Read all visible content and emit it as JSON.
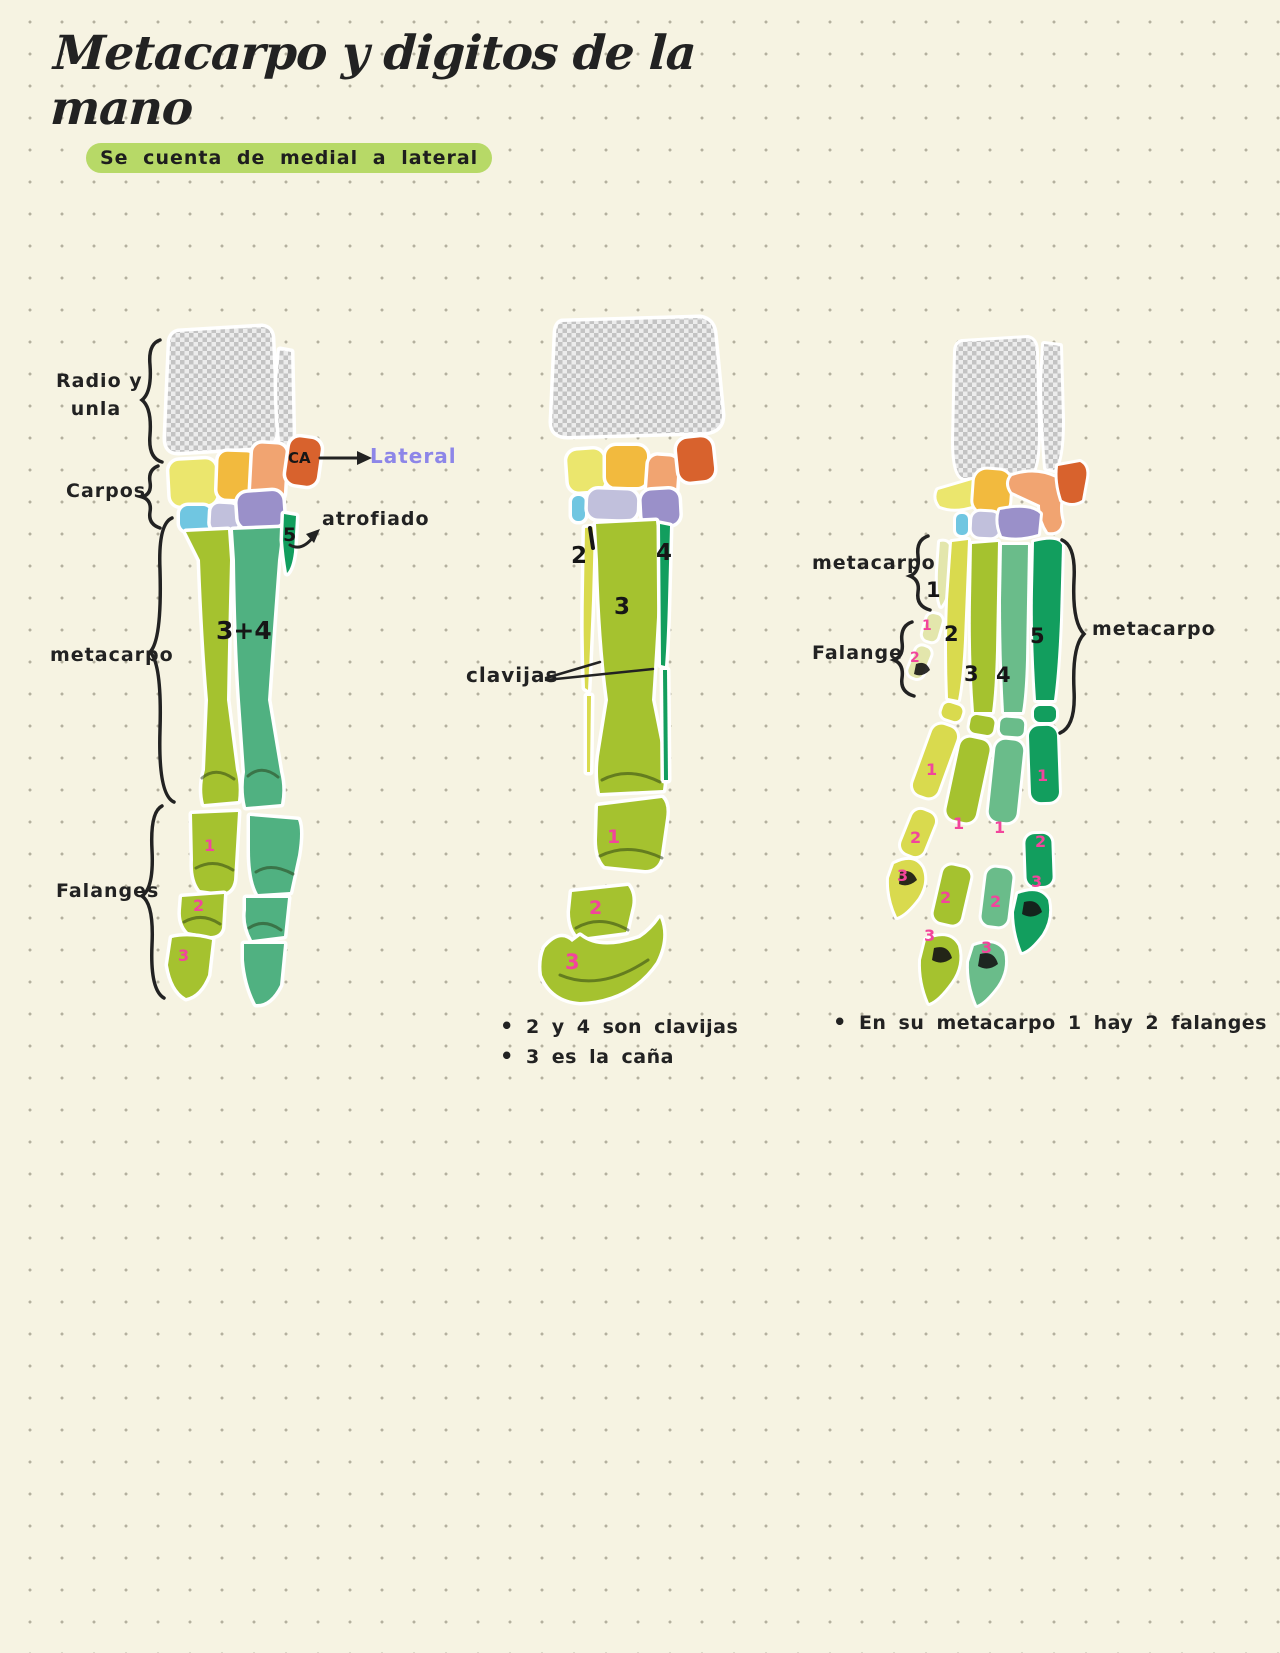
{
  "page": {
    "title": "Metacarpo y digitos de la mano",
    "highlight": "Se cuenta de medial a lateral"
  },
  "colors": {
    "paper": "#f6f3e2",
    "ink": "#222222",
    "hl": "#b7d967",
    "pink": "#f2459c",
    "lateral": "#8d86e8",
    "yellow": "#ebe66d",
    "amber": "#f2ba3e",
    "peach": "#f1a471",
    "dkorange": "#d8622d",
    "blue": "#70c6e1",
    "lav": "#c1c0dc",
    "purple": "#9a90c9",
    "ygreen": "#a5c22f",
    "tgreen": "#50b181",
    "dgreen": "#129e5e",
    "pale2": "#d9da4e",
    "mgreen": "#6abc8a",
    "mc1pale": "#e3e6ac"
  },
  "diagram_left": {
    "labels": {
      "radio_line1": "Radio y",
      "radio_line2": "unla",
      "carpos": "Carpos",
      "metacarpo": "metacarpo",
      "falanges": "Falanges",
      "ca": "CA",
      "lateral": "Lateral",
      "atrofiado": "atrofiado",
      "five": "5",
      "fused": "3+4"
    },
    "phalanx_numbers": [
      "1",
      "2",
      "3"
    ]
  },
  "diagram_middle": {
    "labels": {
      "two": "2",
      "three": "3",
      "four": "4",
      "clavijas": "clavijas"
    },
    "phalanx_numbers": [
      "1",
      "2",
      "3"
    ],
    "notes": [
      "2 y 4 son clavijas",
      "3 es la caña"
    ]
  },
  "diagram_right": {
    "labels": {
      "metacarpo_left": "metacarpo",
      "falange": "Falange",
      "metacarpo_right": "metacarpo"
    },
    "mc_numbers": [
      "1",
      "2",
      "3",
      "4",
      "5"
    ],
    "digit1_phalanx_numbers": [
      "1",
      "2"
    ],
    "phalanx_numbers": [
      "1",
      "2",
      "3"
    ],
    "note": "En su metacarpo 1 hay 2 falanges"
  }
}
